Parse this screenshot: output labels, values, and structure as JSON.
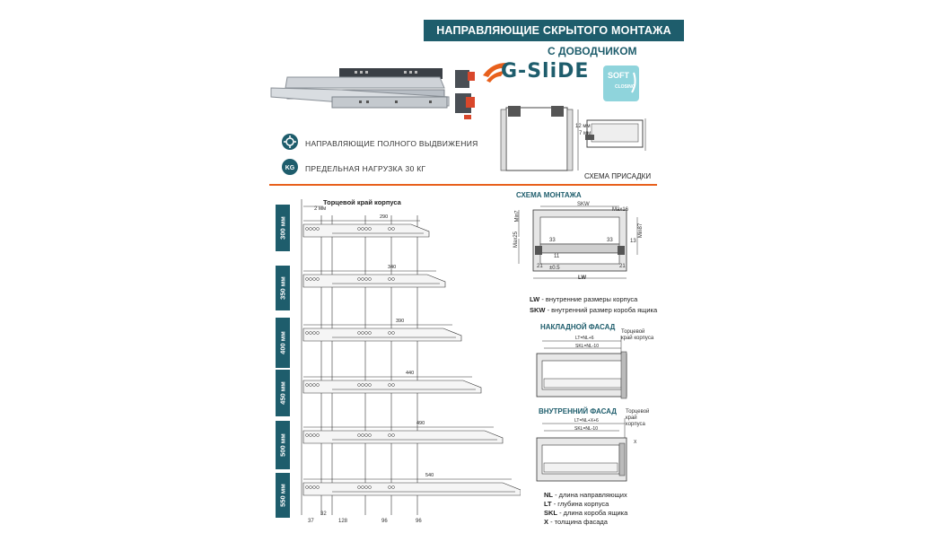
{
  "header": {
    "title": "НАПРАВЛЯЮЩИЕ СКРЫТОГО МОНТАЖА",
    "subtitle": "С ДОВОДЧИКОМ"
  },
  "brand": {
    "logo_text": "G-SliDE",
    "soft_badge_top": "SOFT",
    "soft_badge_bottom": "CLOSING"
  },
  "features": [
    {
      "icon": "gear-arrows-icon",
      "text": "НАПРАВЛЯЮЩИЕ ПОЛНОГО ВЫДВИЖЕНИЯ"
    },
    {
      "icon": "kg-weight-icon",
      "text": "ПРЕДЕЛЬНАЯ НАГРУЗКА 30 КГ"
    }
  ],
  "schema_presadki": {
    "caption": "СХЕМА ПРИСАДКИ",
    "dim_a": "12 мм",
    "dim_b": "7 мм"
  },
  "left_drawing": {
    "top_label": "Торцевой край корпуса",
    "top_offset": "2 мм",
    "rows": [
      {
        "label": "300 мм",
        "length": "290"
      },
      {
        "label": "350 мм",
        "length": "340"
      },
      {
        "label": "400 мм",
        "length": "390"
      },
      {
        "label": "450 мм",
        "length": "440"
      },
      {
        "label": "500 мм",
        "length": "490"
      },
      {
        "label": "550 мм",
        "length": "540"
      }
    ],
    "bottom_dims": [
      "37",
      "32",
      "128",
      "96",
      "96"
    ]
  },
  "mount_schema": {
    "title": "СХЕМА МОНТАЖА",
    "labels": {
      "skw": "SKW",
      "lw": "LW",
      "max16": "Max16",
      "min7": "Min7",
      "max25": "Max25",
      "d33a": "33",
      "d33b": "33",
      "d21a": "21",
      "d21b": "21",
      "d13": "13",
      "d11": "11",
      "min87": "Min87",
      "minus10": "±0.5"
    }
  },
  "legend_top": [
    {
      "key": "LW",
      "text": " - внутренние размеры корпуса"
    },
    {
      "key": "SKW",
      "text": " - внутренний размер короба ящика"
    }
  ],
  "overlay": {
    "title": "НАКЛАДНОЙ ФАСАД",
    "edge_label": "Торцевой край корпуса",
    "dim1": "LT=NL+6",
    "dim2": "SKL=NL-10"
  },
  "inset": {
    "title": "ВНУТРЕННИЙ ФАСАД",
    "edge_label": "Торцевой край корпуса",
    "dim1": "LT=NL+X+6",
    "dim2": "SKL=NL-10",
    "dim3": "X"
  },
  "legend_bottom": [
    {
      "key": "NL",
      "text": " - длина направляющих"
    },
    {
      "key": "LT",
      "text": " - глубина корпуса"
    },
    {
      "key": "SKL",
      "text": " - длина короба ящика"
    },
    {
      "key": "X",
      "text": " - толщина фасада"
    }
  ]
}
